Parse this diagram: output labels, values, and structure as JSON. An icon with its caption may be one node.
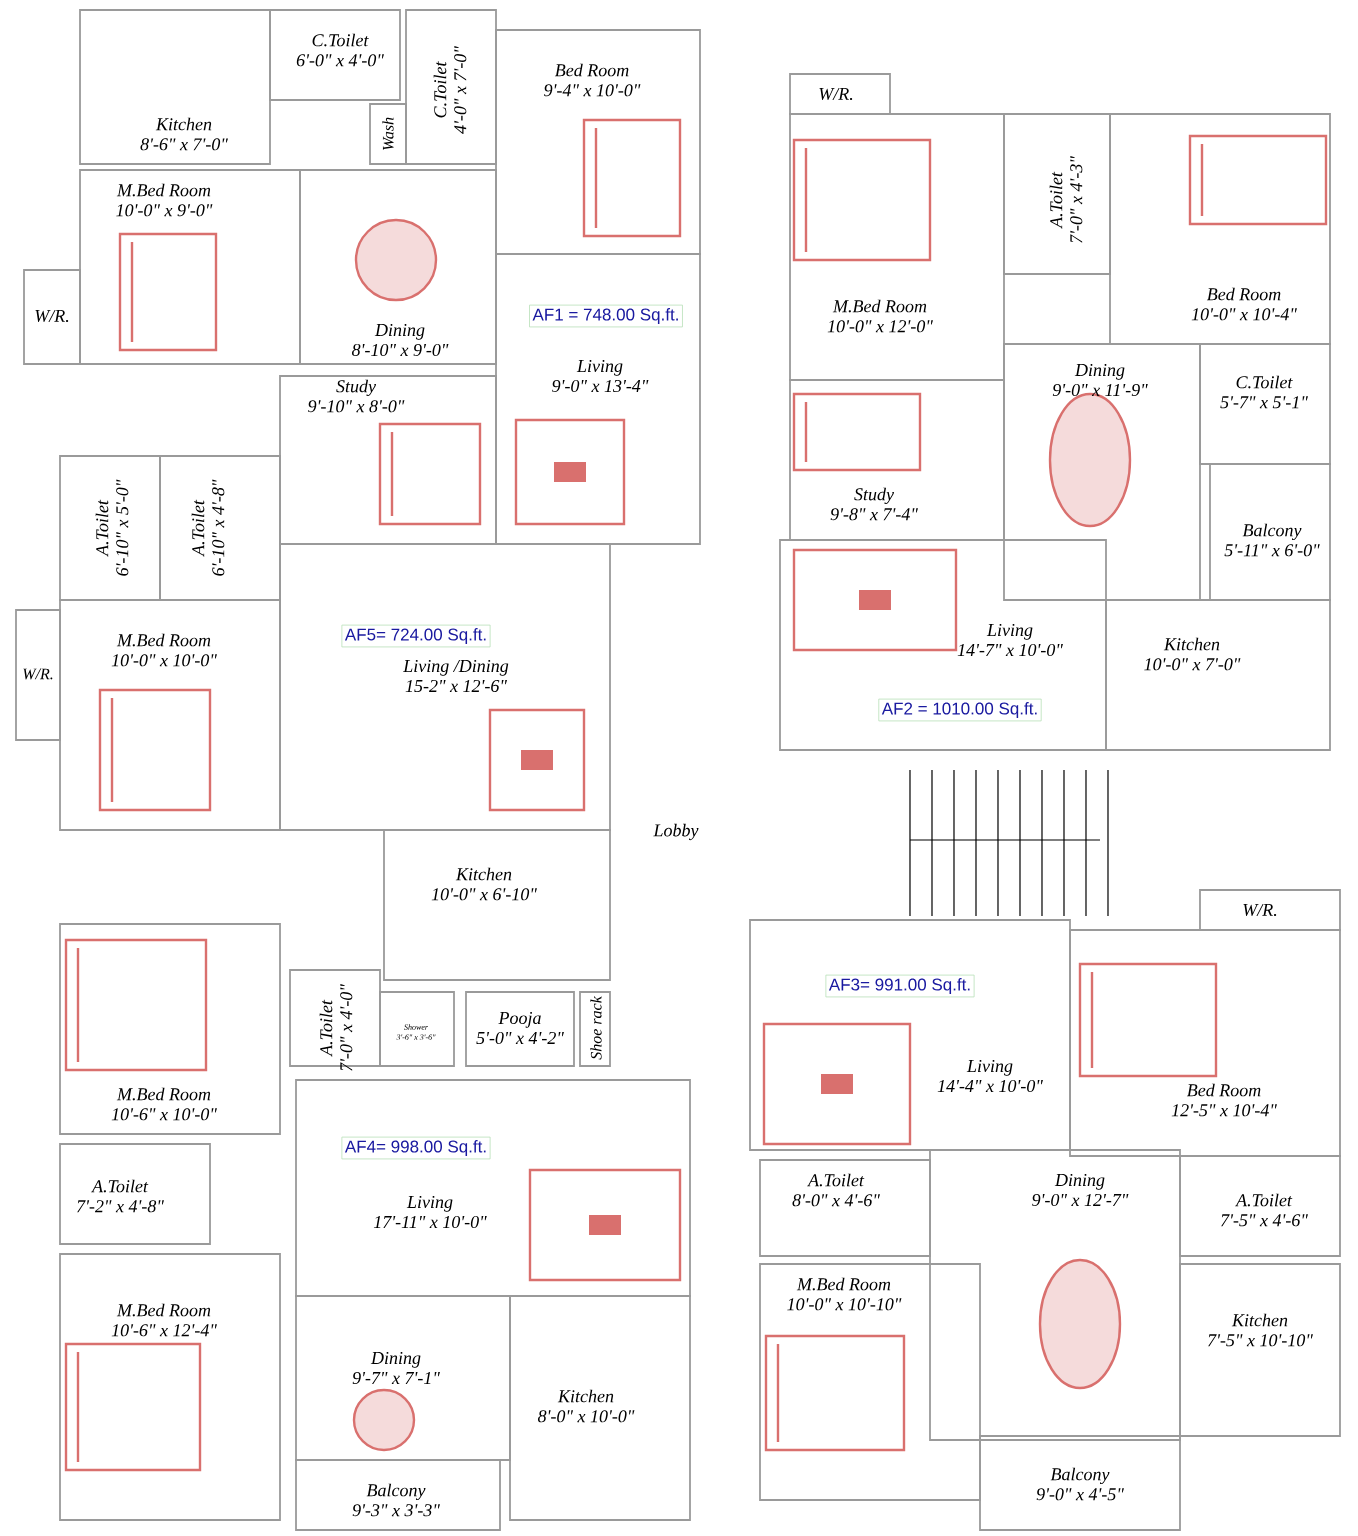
{
  "diagram": {
    "nodes": [
      {
        "text": [
          "Kitchen",
          "8'-6\" x 7'-0\""
        ]
      },
      {
        "text": [
          "C.Toilet",
          "6'-0\" x 4'-0\""
        ]
      },
      {
        "text": [
          "Wash"
        ]
      },
      {
        "text": [
          "C.Toilet",
          "4'-0\" x 7'-0\""
        ]
      },
      {
        "text": [
          "Bed Room",
          "9'-4\" x 10'-0\""
        ]
      },
      {
        "text": [
          "M.Bed Room",
          "10'-0\" x 9'-0\""
        ]
      },
      {
        "text": [
          "W/R."
        ]
      },
      {
        "text": [
          "Dining",
          "8'-10\" x 9'-0\""
        ]
      },
      {
        "text": [
          "Living",
          "9'-0\" x 13'-4\""
        ]
      },
      {
        "text": [
          "Study",
          "9'-10\" x 8'-0\""
        ]
      },
      {
        "text": [
          "A.Toilet",
          "6'-10\" x 5'-0\""
        ]
      },
      {
        "text": [
          "A.Toilet",
          "6'-10\" x 4'-8\""
        ]
      },
      {
        "text": [
          "M.Bed Room",
          "10'-0\"  x 10'-0\""
        ]
      },
      {
        "text": [
          "W/R."
        ]
      },
      {
        "text": [
          "Living /Dining",
          "15-2\" x 12'-6\""
        ]
      },
      {
        "text": [
          "Kitchen",
          "10'-0\" x 6'-10\""
        ]
      },
      {
        "text": [
          "M.Bed Room",
          "10'-6\" x 10'-0\""
        ]
      },
      {
        "text": [
          "A.Toilet",
          "7'-0\" x 4'-0\""
        ]
      },
      {
        "text": [
          "Shower",
          "3'-6\" x 3'-6\""
        ]
      },
      {
        "text": [
          "Pooja",
          "5'-0\" x 4'-2\""
        ]
      },
      {
        "text": [
          "Shoe rack"
        ]
      },
      {
        "text": [
          "A.Toilet",
          "7'-2\" x 4'-8\""
        ]
      },
      {
        "text": [
          "M.Bed Room",
          "10'-6\" x 12'-4\""
        ]
      },
      {
        "text": [
          "Living",
          "17'-11\" x 10'-0\""
        ]
      },
      {
        "text": [
          "Dining",
          "9'-7\" x 7'-1\""
        ]
      },
      {
        "text": [
          "Kitchen",
          "8'-0\" x 10'-0\""
        ]
      },
      {
        "text": [
          "Balcony",
          "9'-3\" x 3'-3\""
        ]
      },
      {
        "text": [
          "W/R."
        ]
      },
      {
        "text": [
          "M.Bed Room",
          "10'-0\" x 12'-0\""
        ]
      },
      {
        "text": [
          "A.Toilet",
          "7'-0\" x 4'-3\""
        ]
      },
      {
        "text": [
          "Bed Room",
          "10'-0\" x 10'-4\""
        ]
      },
      {
        "text": [
          "Study",
          "9'-8\" x 7'-4\""
        ]
      },
      {
        "text": [
          "Dining",
          "9'-0\" x 11'-9\""
        ]
      },
      {
        "text": [
          "C.Toilet",
          "5'-7\" x 5'-1\""
        ]
      },
      {
        "text": [
          "Balcony",
          "5'-11\" x 6'-0\""
        ]
      },
      {
        "text": [
          "Living",
          "14'-7\" x 10'-0\""
        ]
      },
      {
        "text": [
          "Kitchen",
          "10'-0\" x 7'-0\""
        ]
      },
      {
        "text": [
          "W/R."
        ]
      },
      {
        "text": [
          "Living",
          "14'-4\" x 10'-0\""
        ]
      },
      {
        "text": [
          "Bed Room",
          "12'-5\" x 10'-4\""
        ]
      },
      {
        "text": [
          "A.Toilet",
          "8'-0\" x 4'-6\""
        ]
      },
      {
        "text": [
          "Dining",
          "9'-0\" x 12'-7\""
        ]
      },
      {
        "text": [
          "A.Toilet",
          "7'-5\" x 4'-6\""
        ]
      },
      {
        "text": [
          "M.Bed Room",
          "10'-0\" x 10'-10\""
        ]
      },
      {
        "text": [
          "Kitchen",
          "7'-5\" x 10'-10\""
        ]
      },
      {
        "text": [
          "Balcony",
          "9'-0\" x 4'-5\""
        ]
      }
    ],
    "labels": [
      "AF1 = 748.00 Sq.ft.",
      "AF5= 724.00 Sq.ft.",
      "AF2 = 1010.00 Sq.ft.",
      "Lobby",
      "AF3= 991.00 Sq.ft.",
      "AF4= 998.00 Sq.ft."
    ]
  }
}
